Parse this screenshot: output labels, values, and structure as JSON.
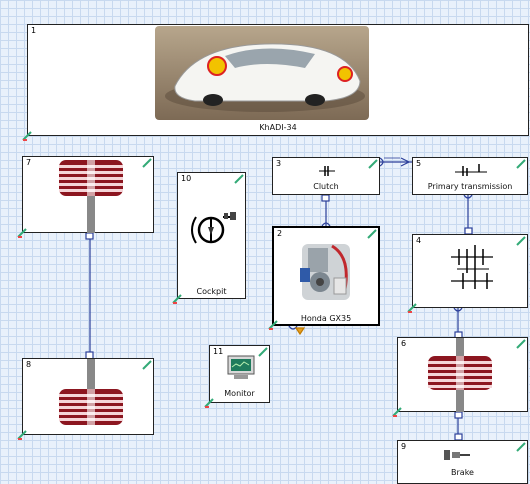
{
  "blocks": {
    "b1": {
      "num": "1",
      "label": "KhADI-34"
    },
    "b2": {
      "num": "2",
      "label": "Honda GX35"
    },
    "b3": {
      "num": "3",
      "label": "Clutch"
    },
    "b4": {
      "num": "4",
      "label": ""
    },
    "b5": {
      "num": "5",
      "label": "Primary transmission"
    },
    "b6": {
      "num": "6",
      "label": ""
    },
    "b7": {
      "num": "7",
      "label": ""
    },
    "b8": {
      "num": "8",
      "label": ""
    },
    "b9": {
      "num": "9",
      "label": "Brake"
    },
    "b10": {
      "num": "10",
      "label": "Cockpit"
    },
    "b11": {
      "num": "11",
      "label": "Monitor"
    }
  },
  "colors": {
    "wire": "#2b3f9a",
    "flywheel": "#8c1620",
    "grid_bg": "#e9f1fb",
    "grid_line": "#c8d9ef"
  },
  "icons": {
    "b1": "car-photo-icon",
    "b2": "engine-photo-icon",
    "b3": "clutch-symbol-icon",
    "b4": "gearbox-symbol-icon",
    "b5": "transmission-symbol-icon",
    "b6": "flywheel-icon",
    "b7": "flywheel-icon",
    "b8": "flywheel-icon",
    "b9": "brake-symbol-icon",
    "b10": "steering-wheel-icon",
    "b11": "monitor-icon"
  }
}
